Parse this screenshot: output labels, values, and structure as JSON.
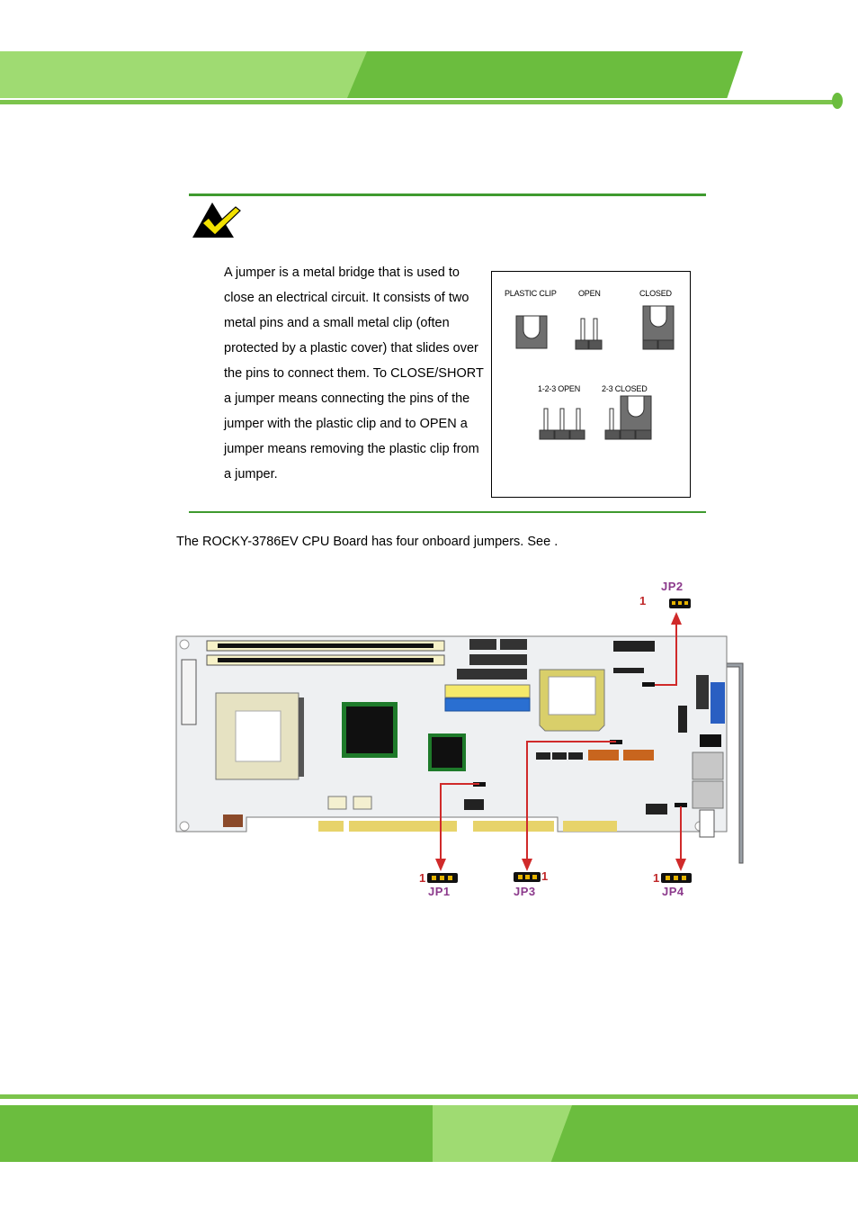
{
  "note": {
    "text": "A jumper is a metal bridge that is used to close an electrical circuit.    It consists of two metal pins and a small metal clip (often protected by a plastic cover) that slides over the pins to connect them. To CLOSE/SHORT a jumper means connecting the pins of the jumper with the plastic clip and to OPEN a jumper means removing the plastic clip from a jumper."
  },
  "jumper_figure": {
    "plastic_clip": "PLASTIC CLIP",
    "open": "OPEN",
    "closed": "CLOSED",
    "open_123": "1-2-3 OPEN",
    "closed_23": "2-3 CLOSED"
  },
  "body": {
    "text": "The ROCKY-3786EV CPU Board has four onboard jumpers. See                ."
  },
  "board_diagram": {
    "jp1": "JP1",
    "jp2": "JP2",
    "jp3": "JP3",
    "jp4": "JP4",
    "pin_one": "1",
    "arrow_color": "#d02a2a"
  },
  "colors": {
    "green_dark": "#6bbd3e",
    "green_light": "#9fdb72"
  }
}
